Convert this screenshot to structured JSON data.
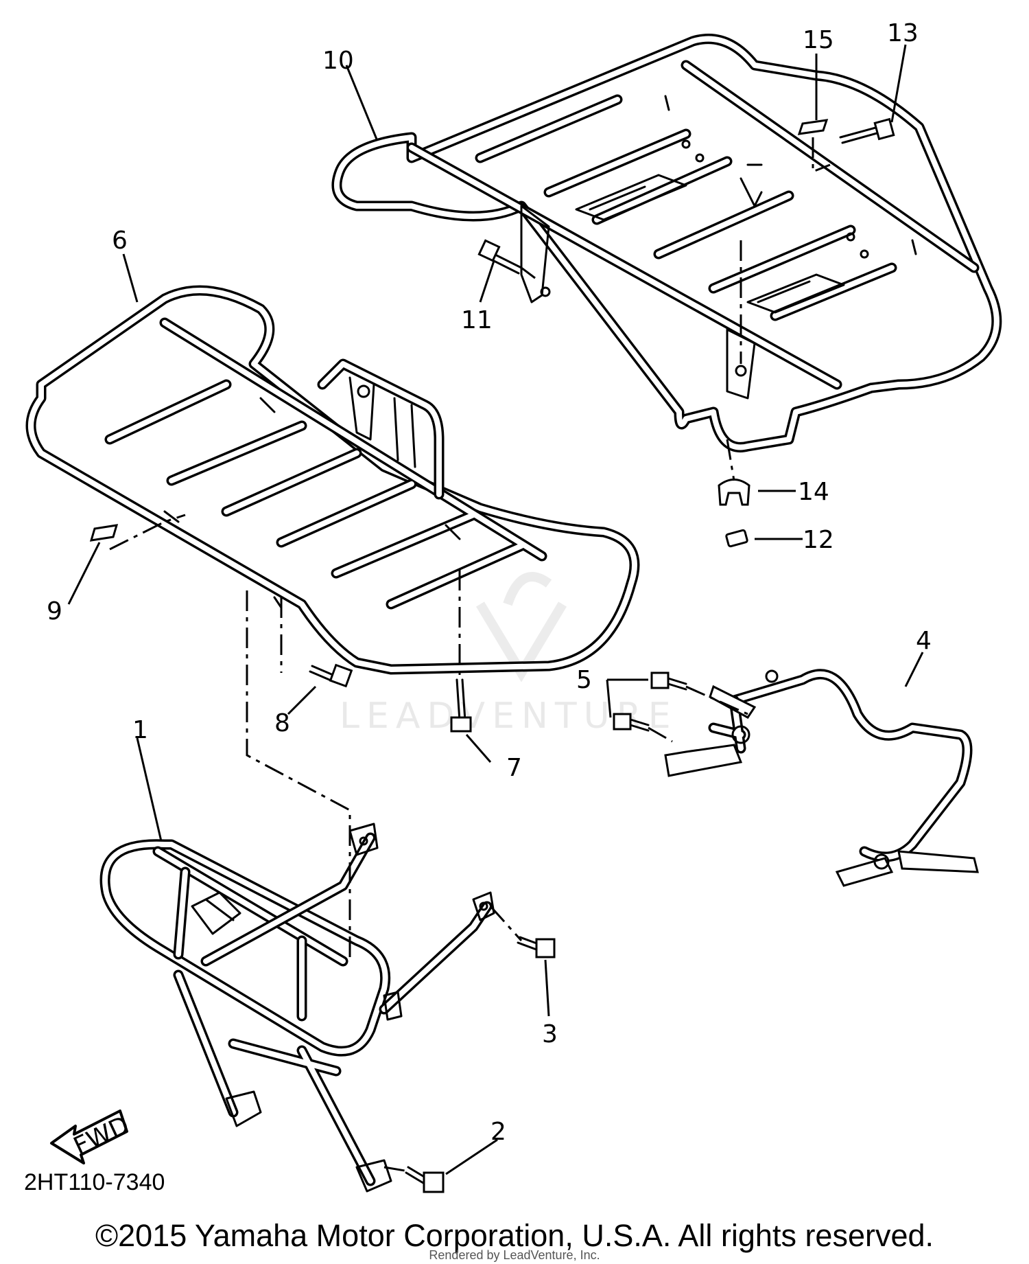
{
  "diagram": {
    "drawing_code": "2HT110-7340",
    "fwd_label": "FWD",
    "watermark": "LEADVENTURE",
    "callouts": [
      "1",
      "2",
      "3",
      "4",
      "5",
      "6",
      "7",
      "8",
      "9",
      "10",
      "11",
      "12",
      "13",
      "14",
      "15"
    ]
  },
  "footer": {
    "copyright": "©2015 Yamaha Motor Corporation, U.S.A. All rights reserved.",
    "rendered_by": "Rendered by LeadVenture, Inc."
  }
}
